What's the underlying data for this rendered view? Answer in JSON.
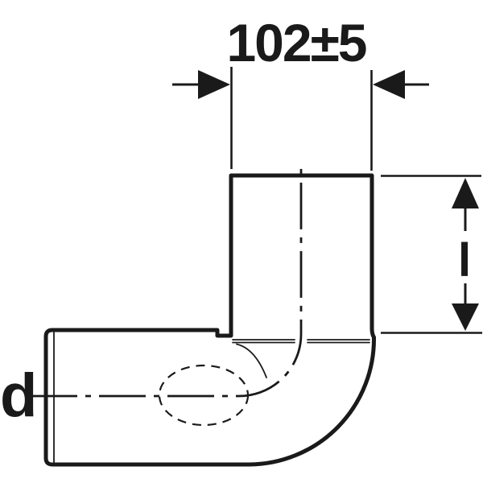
{
  "drawing": {
    "kind": "pipe-elbow-technical-drawing",
    "background_color": "#ffffff",
    "line_color": "#1a1a1a",
    "dimensions": {
      "top_width_label": "102±5",
      "right_length_label": "l",
      "left_diameter_label": "d"
    }
  }
}
